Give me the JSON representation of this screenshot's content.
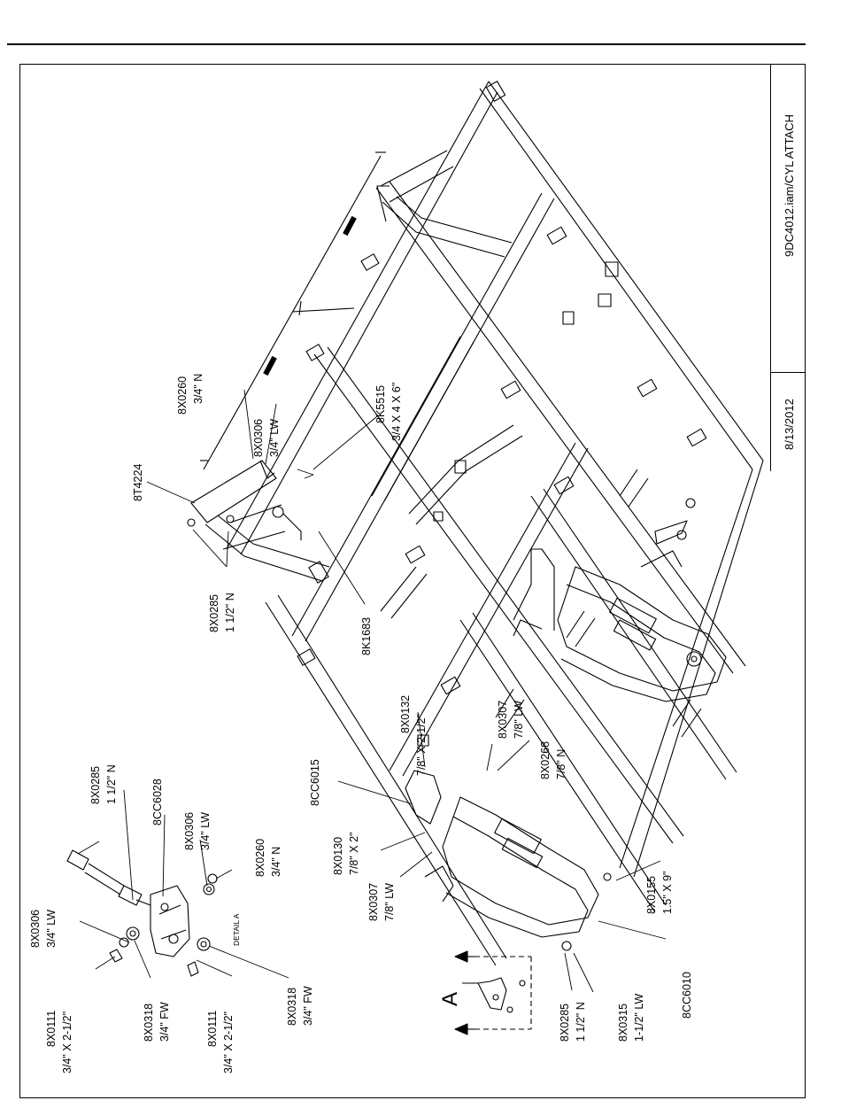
{
  "title_block": {
    "drawing_name": "9DC4012.iam/CYL ATTACH",
    "date": "8/13/2012"
  },
  "detail": {
    "callout": "A",
    "caption": "DETAIL  A"
  },
  "parts": {
    "p_8T4224": "8T4224",
    "p_8X0260_top_a": "8X0260",
    "p_8X0260_top_b": "3/4\" N",
    "p_8X0306_top_a": "8X0306",
    "p_8X0306_top_b": "3/4\" LW",
    "p_8K5515_a": "8K5515",
    "p_8K5515_b": "3/4 X 4 X 6\"",
    "p_8X0285_top_a": "8X0285",
    "p_8X0285_top_b": "1 1/2\" N",
    "p_8K1683": "8K1683",
    "p_8X0132_a": "8X0132",
    "p_8X0132_b": "7/8\" X 2-1/2\"",
    "p_8X0307_mid_a": "8X0307",
    "p_8X0307_mid_b": "7/8\" LW",
    "p_8X0268_a": "8X0268",
    "p_8X0268_b": "7/8\" N",
    "p_8CC6015": "8CC6015",
    "p_8X0130_a": "8X0130",
    "p_8X0130_b": "7/8\" X 2\"",
    "p_8X0307_low_a": "8X0307",
    "p_8X0307_low_b": "7/8\" LW",
    "p_8X0155_a": "8X0155",
    "p_8X0155_b": "1.5\" X 9\"",
    "p_8CC6010": "8CC6010",
    "p_8X0315_a": "8X0315",
    "p_8X0315_b": "1-1/2\" LW",
    "p_8X0285_low_a": "8X0285",
    "p_8X0285_low_b": "1 1/2\" N",
    "d_8X0285_a": "8X0285",
    "d_8X0285_b": "1 1/2\" N",
    "d_8CC6028": "8CC6028",
    "d_8X0306_r_a": "8X0306",
    "d_8X0306_r_b": "3/4\" LW",
    "d_8X0260_a": "8X0260",
    "d_8X0260_b": "3/4\" N",
    "d_8X0306_l_a": "8X0306",
    "d_8X0306_l_b": "3/4\" LW",
    "d_8X0111_l_a": "8X0111",
    "d_8X0111_l_b": "3/4\" X 2-1/2\"",
    "d_8X0318_l_a": "8X0318",
    "d_8X0318_l_b": "3/4\" FW",
    "d_8X0111_r_a": "8X0111",
    "d_8X0111_r_b": "3/4\" X 2-1/2\"",
    "d_8X0318_r_a": "8X0318",
    "d_8X0318_r_b": "3/4\" FW"
  }
}
